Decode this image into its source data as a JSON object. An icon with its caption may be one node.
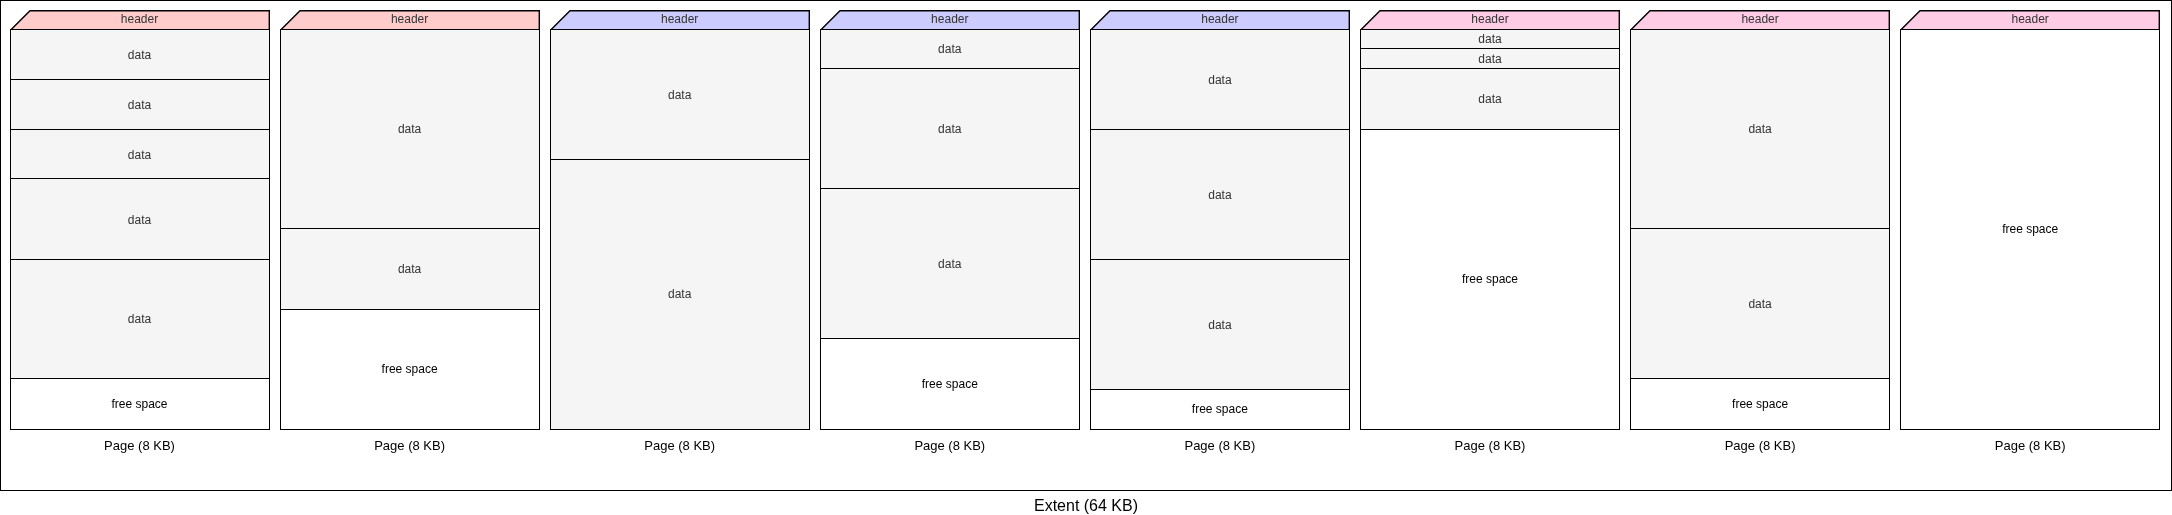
{
  "diagram": {
    "nodes": [
      {
        "text": [
          "Extent (64 KB)"
        ]
      },
      {
        "text": [
          "Page (8 KB)"
        ],
        "in": 0
      },
      {
        "text": [
          "header"
        ],
        "in": 1
      },
      {
        "text": [
          "data"
        ],
        "in": 1
      },
      {
        "text": [
          "data"
        ],
        "in": 1
      },
      {
        "text": [
          "data"
        ],
        "in": 1
      },
      {
        "text": [
          "data"
        ],
        "in": 1
      },
      {
        "text": [
          "data"
        ],
        "in": 1
      },
      {
        "text": [
          "free space"
        ],
        "in": 1
      },
      {
        "text": [
          "Page (8 KB)"
        ],
        "in": 0
      },
      {
        "text": [
          "header"
        ],
        "in": 9
      },
      {
        "text": [
          "data"
        ],
        "in": 9
      },
      {
        "text": [
          "data"
        ],
        "in": 9
      },
      {
        "text": [
          "free space"
        ],
        "in": 9
      },
      {
        "text": [
          "Page (8 KB)"
        ],
        "in": 0
      },
      {
        "text": [
          "header"
        ],
        "in": 14
      },
      {
        "text": [
          "data"
        ],
        "in": 14
      },
      {
        "text": [
          "data"
        ],
        "in": 14
      },
      {
        "text": [
          "Page (8 KB)"
        ],
        "in": 0
      },
      {
        "text": [
          "header"
        ],
        "in": 18
      },
      {
        "text": [
          "data"
        ],
        "in": 18
      },
      {
        "text": [
          "data"
        ],
        "in": 18
      },
      {
        "text": [
          "data"
        ],
        "in": 18
      },
      {
        "text": [
          "free space"
        ],
        "in": 18
      },
      {
        "text": [
          "Page (8 KB)"
        ],
        "in": 0
      },
      {
        "text": [
          "header"
        ],
        "in": 24
      },
      {
        "text": [
          "data"
        ],
        "in": 24
      },
      {
        "text": [
          "data"
        ],
        "in": 24
      },
      {
        "text": [
          "data"
        ],
        "in": 24
      },
      {
        "text": [
          "free space"
        ],
        "in": 24
      },
      {
        "text": [
          "Page (8 KB)"
        ],
        "in": 0
      },
      {
        "text": [
          "header"
        ],
        "in": 30
      },
      {
        "text": [
          "data"
        ],
        "in": 30
      },
      {
        "text": [
          "data"
        ],
        "in": 30
      },
      {
        "text": [
          "data"
        ],
        "in": 30
      },
      {
        "text": [
          "free space"
        ],
        "in": 30
      },
      {
        "text": [
          "Page (8 KB)"
        ],
        "in": 0
      },
      {
        "text": [
          "header"
        ],
        "in": 36
      },
      {
        "text": [
          "data"
        ],
        "in": 36
      },
      {
        "text": [
          "data"
        ],
        "in": 36
      },
      {
        "text": [
          "free space"
        ],
        "in": 36
      },
      {
        "text": [
          "Page (8 KB)"
        ],
        "in": 0
      },
      {
        "text": [
          "header"
        ],
        "in": 41
      },
      {
        "text": [
          "free space"
        ],
        "in": 41
      }
    ]
  }
}
